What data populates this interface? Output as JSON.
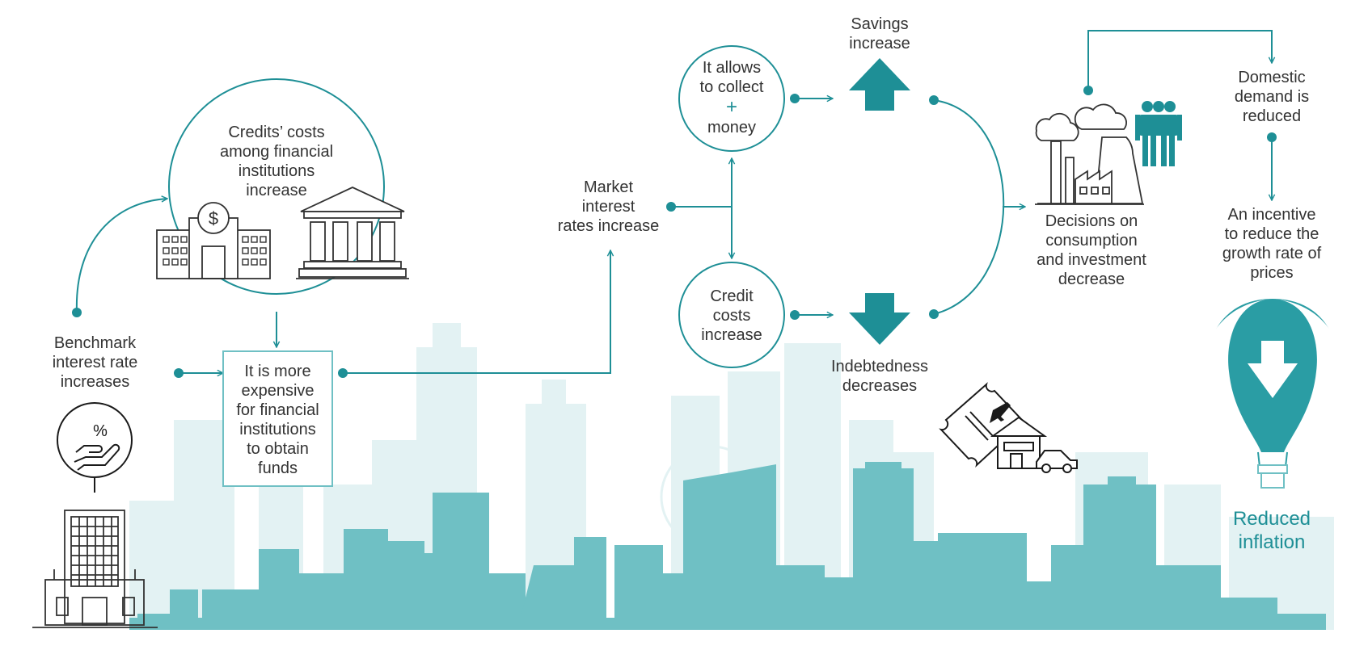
{
  "colors": {
    "teal": "#1e8f96",
    "teal_light": "#6fc0c4",
    "skyline_pale": "#e3f2f3",
    "text": "#333333"
  },
  "labels": {
    "benchmark": [
      "Benchmark",
      "interest rate",
      "increases"
    ],
    "credits_costs": [
      "Credits’ costs",
      "among financial",
      "institutions",
      "increase"
    ],
    "more_expensive": [
      "It is more",
      "expensive",
      "for financial",
      "institutions",
      "to obtain",
      "funds"
    ],
    "market_rates": [
      "Market",
      "interest",
      "rates increase"
    ],
    "allows_collect_top": [
      "It allows",
      "to collect"
    ],
    "allows_collect_plus": "+",
    "allows_collect_bottom": "money",
    "credit_costs": [
      "Credit",
      "costs",
      "increase"
    ],
    "savings": [
      "Savings",
      "increase"
    ],
    "indebtedness": [
      "Indebtedness",
      "decreases"
    ],
    "decisions": [
      "Decisions on",
      "consumption",
      "and investment",
      "decrease"
    ],
    "domestic": [
      "Domestic",
      "demand is",
      "reduced"
    ],
    "incentive": [
      "An incentive",
      "to reduce the",
      "growth rate of",
      "prices"
    ],
    "inflation": [
      "Reduced",
      "inflation"
    ]
  },
  "icons": [
    "percent-hand-icon",
    "office-tower-icon",
    "bank-dollar-icon",
    "courthouse-icon",
    "savings-up-arrow-icon",
    "indebtedness-down-arrow-icon",
    "factory-icon",
    "people-icon",
    "ticket-house-car-icon",
    "balloon-down-arrow-icon"
  ]
}
